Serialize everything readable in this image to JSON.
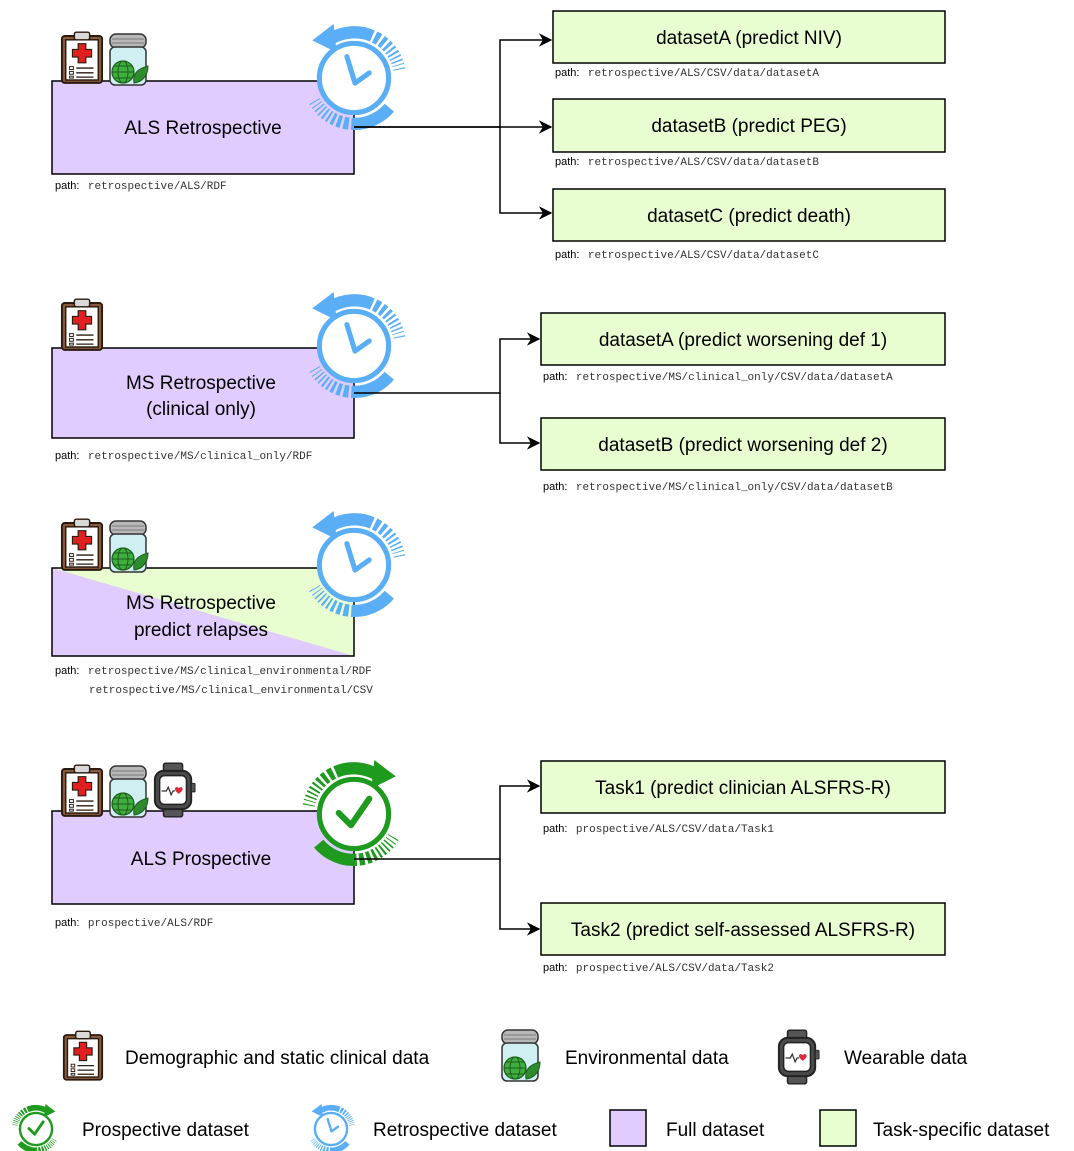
{
  "colors": {
    "full_dataset": "#e1ccff",
    "task_dataset": "#e8fdd0",
    "retrospective": "#5aaef5",
    "prospective": "#1e9a1e",
    "connector": "#000000"
  },
  "groups": [
    {
      "source": {
        "title": "ALS Retrospective",
        "path_label": "path:",
        "path": "retrospective/ALS/RDF",
        "icons": [
          "clipboard-icon",
          "environment-jar-icon"
        ],
        "clock": "retrospective-clock-icon"
      },
      "tasks": [
        {
          "title": "datasetA (predict NIV)",
          "path_label": "path:",
          "path": "retrospective/ALS/CSV/data/datasetA"
        },
        {
          "title": "datasetB (predict PEG)",
          "path_label": "path:",
          "path": "retrospective/ALS/CSV/data/datasetB"
        },
        {
          "title": "datasetC (predict death)",
          "path_label": "path:",
          "path": "retrospective/ALS/CSV/data/datasetC"
        }
      ]
    },
    {
      "source": {
        "title_line1": "MS Retrospective",
        "title_line2": "(clinical only)",
        "path_label": "path:",
        "path": "retrospective/MS/clinical_only/RDF",
        "icons": [
          "clipboard-icon"
        ],
        "clock": "retrospective-clock-icon"
      },
      "tasks": [
        {
          "title": "datasetA (predict worsening def 1)",
          "path_label": "path:",
          "path": "retrospective/MS/clinical_only/CSV/data/datasetA"
        },
        {
          "title": "datasetB (predict worsening def 2)",
          "path_label": "path:",
          "path": "retrospective/MS/clinical_only/CSV/data/datasetB"
        }
      ]
    },
    {
      "source": {
        "title_line1": "MS Retrospective",
        "title_line2": "predict relapses",
        "path_label": "path:",
        "path": "retrospective/MS/clinical_environmental/RDF",
        "path2": "retrospective/MS/clinical_environmental/CSV",
        "icons": [
          "clipboard-icon",
          "environment-jar-icon"
        ],
        "clock": "retrospective-clock-icon"
      },
      "tasks": []
    },
    {
      "source": {
        "title": "ALS Prospective",
        "path_label": "path:",
        "path": "prospective/ALS/RDF",
        "icons": [
          "clipboard-icon",
          "environment-jar-icon",
          "smartwatch-icon"
        ],
        "clock": "prospective-clock-icon"
      },
      "tasks": [
        {
          "title": "Task1 (predict clinician ALSFRS-R)",
          "path_label": "path:",
          "path": "prospective/ALS/CSV/data/Task1"
        },
        {
          "title": "Task2 (predict self-assessed ALSFRS-R)",
          "path_label": "path:",
          "path": "prospective/ALS/CSV/data/Task2"
        }
      ]
    }
  ],
  "legend": {
    "clinical": "Demographic and static clinical data",
    "environmental": "Environmental data",
    "wearable": "Wearable data",
    "prospective": "Prospective dataset",
    "retrospective": "Retrospective dataset",
    "full": "Full dataset",
    "task_specific": "Task-specific dataset"
  }
}
